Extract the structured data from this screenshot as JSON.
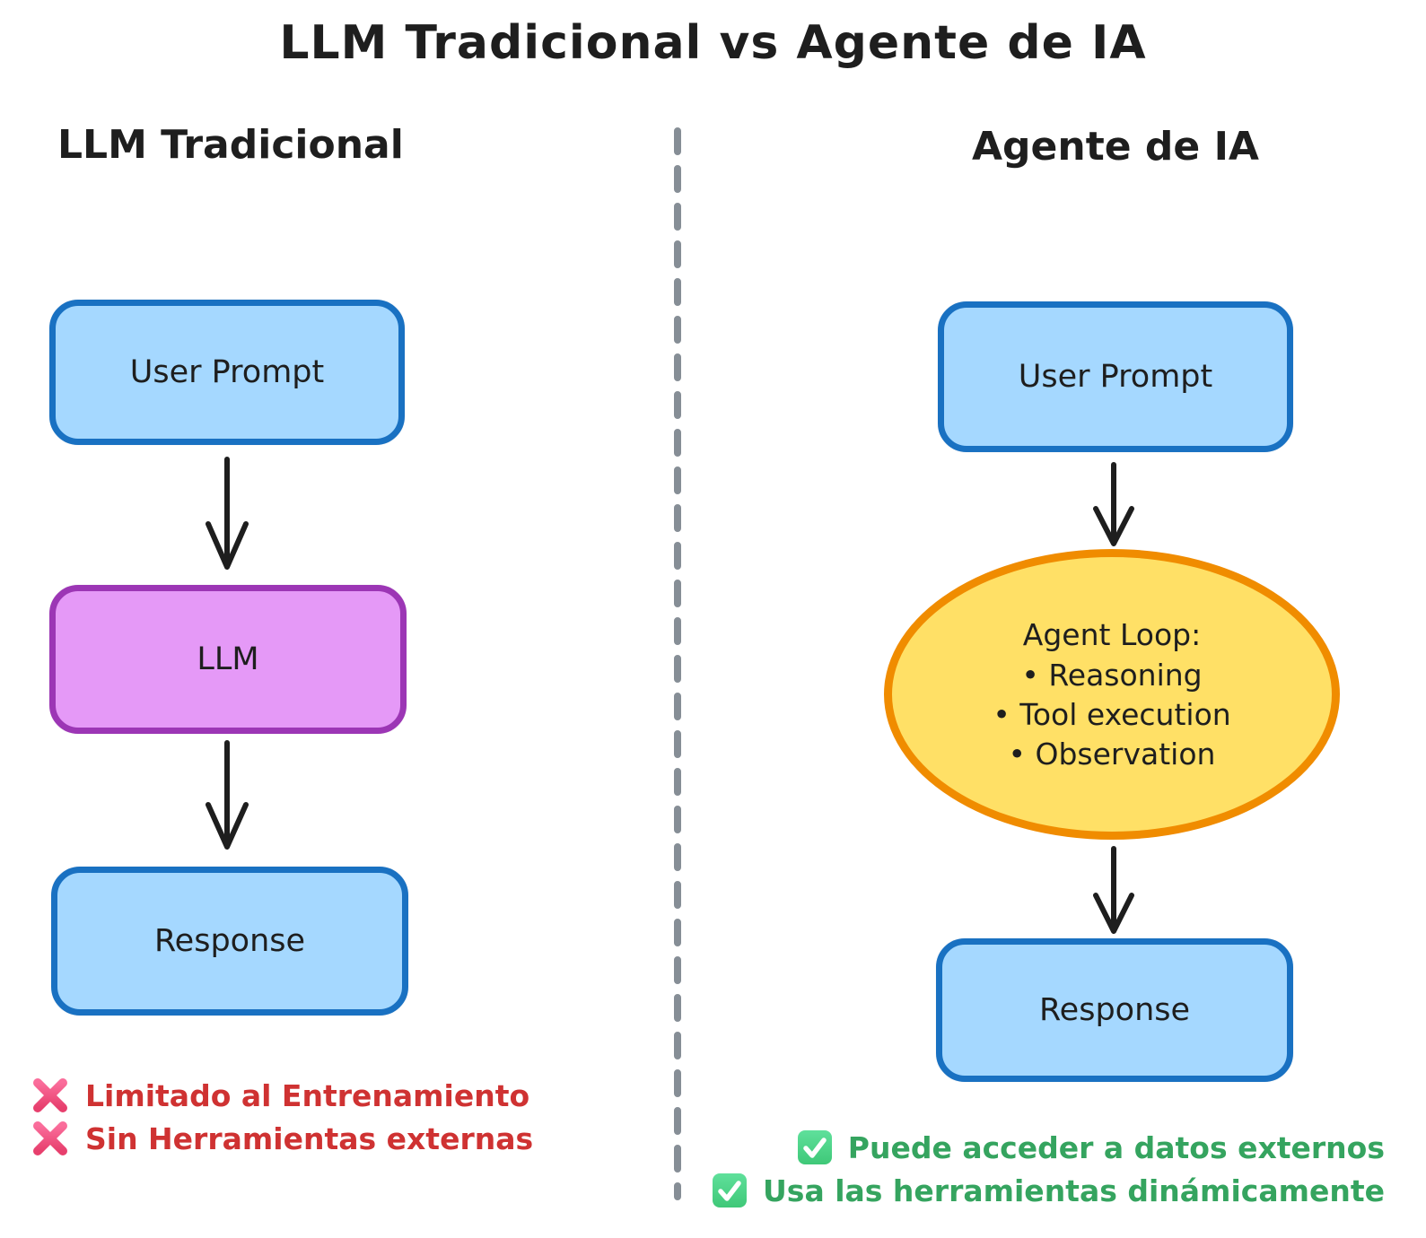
{
  "title": "LLM Tradicional vs Agente de IA",
  "colors": {
    "blue_fill": "#a5d8ff",
    "blue_border": "#1971c2",
    "purple_fill": "#e599f7",
    "purple_border": "#9c36b5",
    "yellow_fill": "#ffe066",
    "orange_border": "#f08c00",
    "divider_gray": "#868e96",
    "ink": "#1e1e1e",
    "red_text": "#cf3232",
    "cross_icon_pink": "#ef4b7c",
    "green_text": "#35a45f",
    "check_icon_green": "#4cd787"
  },
  "left": {
    "header": "LLM Tradicional",
    "nodes": [
      {
        "label": "User Prompt"
      },
      {
        "label": "LLM"
      },
      {
        "label": "Response"
      }
    ],
    "cons": [
      "Limitado al Entrenamiento",
      "Sin Herramientas externas"
    ]
  },
  "right": {
    "header": "Agente de IA",
    "user_prompt": "User Prompt",
    "agent_loop": {
      "title": "Agent Loop:",
      "bullet": "•",
      "items": [
        "Reasoning",
        "Tool execution",
        "Observation"
      ]
    },
    "response": "Response",
    "pros": [
      "Puede acceder a datos externos",
      "Usa las herramientas dinámicamente"
    ]
  }
}
